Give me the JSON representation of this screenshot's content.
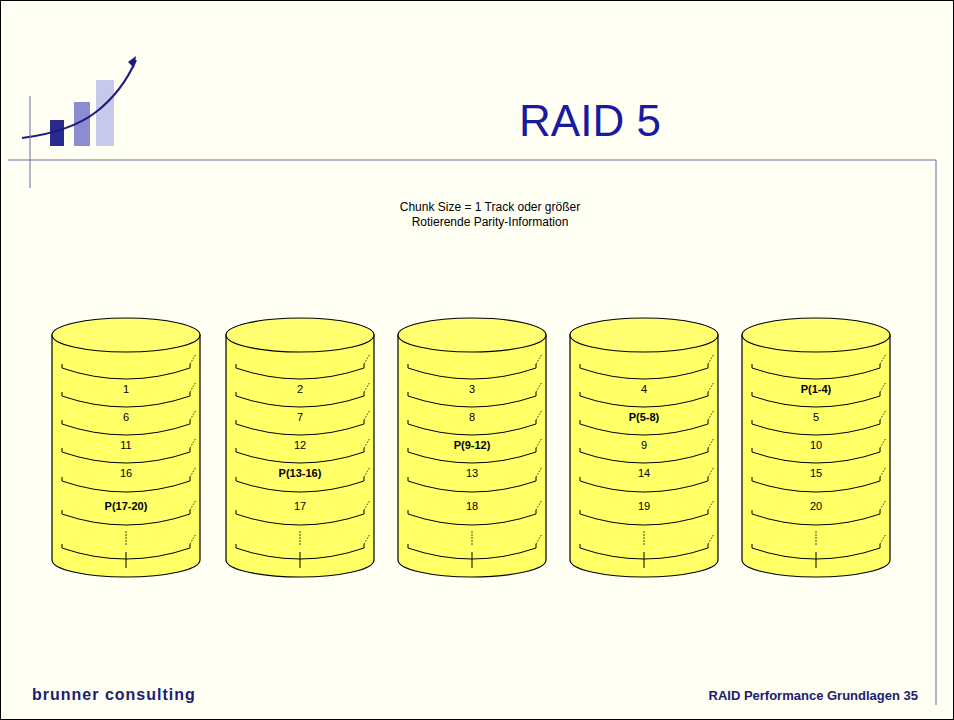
{
  "diagram": {
    "title": "RAID 5",
    "nodes": [
      {
        "text": [
          "1"
        ]
      },
      {
        "text": [
          "6"
        ]
      },
      {
        "text": [
          "11"
        ]
      },
      {
        "text": [
          "16"
        ]
      },
      {
        "text": [
          "P(17-20)"
        ]
      },
      {
        "text": [
          "2"
        ]
      },
      {
        "text": [
          "7"
        ]
      },
      {
        "text": [
          "12"
        ]
      },
      {
        "text": [
          "P(13-16)"
        ]
      },
      {
        "text": [
          "17"
        ]
      },
      {
        "text": [
          "3"
        ]
      },
      {
        "text": [
          "8"
        ]
      },
      {
        "text": [
          "P(9-12)"
        ]
      },
      {
        "text": [
          "13"
        ]
      },
      {
        "text": [
          "18"
        ]
      },
      {
        "text": [
          "4"
        ]
      },
      {
        "text": [
          "P(5-8)"
        ]
      },
      {
        "text": [
          "9"
        ]
      },
      {
        "text": [
          "14"
        ]
      },
      {
        "text": [
          "19"
        ]
      },
      {
        "text": [
          "P(1-4)"
        ]
      },
      {
        "text": [
          "5"
        ]
      },
      {
        "text": [
          "10"
        ]
      },
      {
        "text": [
          "15"
        ]
      },
      {
        "text": [
          "20"
        ]
      }
    ],
    "labels": [
      "Chunk Size = 1 Track oder größer",
      "Rotierende Parity-Information",
      "brunner consulting",
      "RAID Performance Grundlagen 35"
    ]
  }
}
